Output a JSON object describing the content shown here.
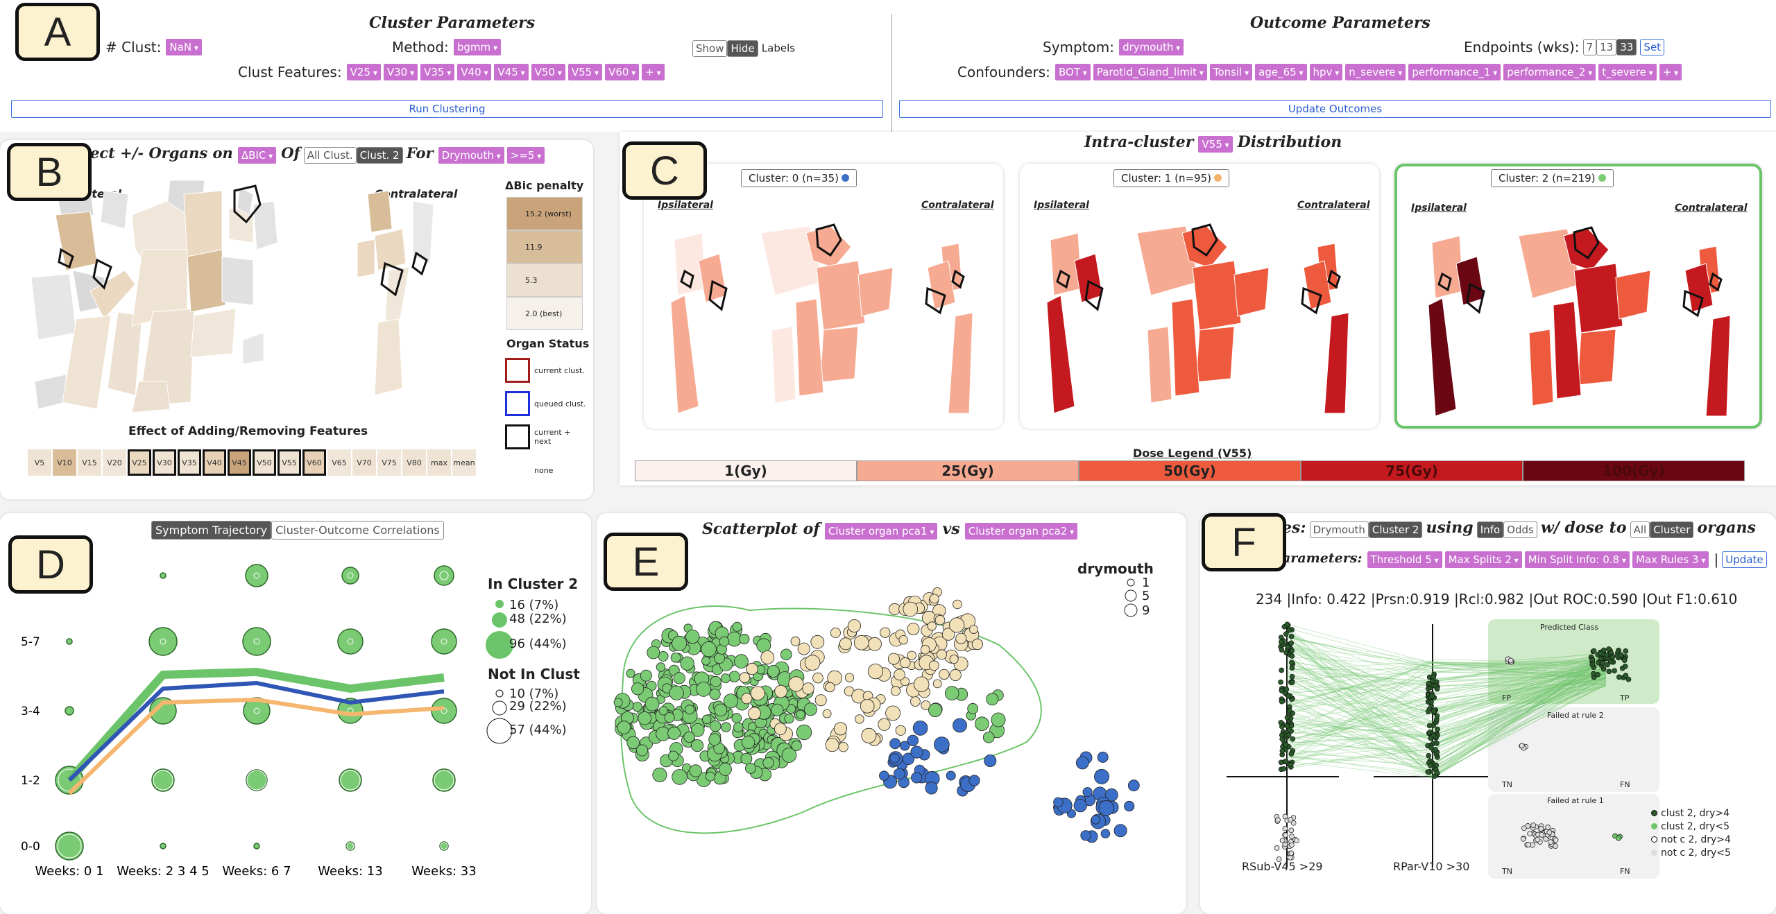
{
  "badges": {
    "a": "A",
    "b": "B",
    "c": "C",
    "d": "D",
    "e": "E",
    "f": "F"
  },
  "cluster_params": {
    "title": "Cluster Parameters",
    "num_clust_label": "# Clust:",
    "num_clust_value": "NaN",
    "method_label": "Method:",
    "method_value": "bgmm",
    "show": "Show",
    "hide": "Hide",
    "labels": "Labels",
    "features_label": "Clust Features:",
    "features": [
      "V25",
      "V30",
      "V35",
      "V40",
      "V45",
      "V50",
      "V55",
      "V60",
      "+"
    ],
    "run_button": "Run Clustering"
  },
  "outcome_params": {
    "title": "Outcome Parameters",
    "symptom_label": "Symptom:",
    "symptom_value": "drymouth",
    "endpoints_label": "Endpoints (wks):",
    "endpoints": [
      "7",
      "13",
      "33"
    ],
    "set": "Set",
    "confounders_label": "Confounders:",
    "confounders": [
      "BOT",
      "Parotid_Gland_limit",
      "Tonsil",
      "age_65",
      "hpv",
      "n_severe",
      "performance_1",
      "performance_2",
      "t_severe",
      "+"
    ],
    "update_button": "Update Outcomes"
  },
  "panel_b": {
    "title_pre": "ect +/- Organs on",
    "metric": "ΔBIC",
    "of": "Of",
    "all_clust": "All Clust.",
    "clust2": "Clust. 2",
    "for": "For",
    "symptom": "Drymouth",
    "threshold": ">=5",
    "ipsi_label": "lateral",
    "contra_label": "Contralateral",
    "legend_title": "ΔBic penalty",
    "legend_items": [
      {
        "label": "15.2 (worst)",
        "color": "#c9a47a"
      },
      {
        "label": "11.9",
        "color": "#d8bd9b"
      },
      {
        "label": "5.3",
        "color": "#ece0d0"
      },
      {
        "label": "2.0 (best)",
        "color": "#f5f0ea"
      }
    ],
    "status_title": "Organ Status",
    "status_items": [
      {
        "label": "current clust.",
        "color": "#a01c1c"
      },
      {
        "label": "queued clust.",
        "color": "#1d2fd6"
      },
      {
        "label": "current + next",
        "color": "#111111"
      },
      {
        "label": "none",
        "color": "#ffffff"
      }
    ],
    "features_title": "Effect of Adding/Removing Features",
    "features": [
      "V5",
      "V10",
      "V15",
      "V20",
      "V25",
      "V30",
      "V35",
      "V40",
      "V45",
      "V50",
      "V55",
      "V60",
      "V65",
      "V70",
      "V75",
      "V80",
      "max",
      "mean"
    ],
    "feature_colors": [
      "#efe3d3",
      "#d9bd99",
      "#efe3d3",
      "#f0e6da",
      "#ead8c0",
      "#efe3d3",
      "#efe3d3",
      "#e6d1b6",
      "#c9a47a",
      "#efe3d3",
      "#efe3d3",
      "#e6d1b6",
      "#f0e6da",
      "#efe3d3",
      "#f0e6da",
      "#efe3d3",
      "#efe3d3",
      "#f0e6da"
    ],
    "feature_selected": [
      false,
      false,
      false,
      false,
      true,
      true,
      true,
      true,
      true,
      true,
      true,
      true,
      false,
      false,
      false,
      false,
      false,
      false
    ]
  },
  "panel_c": {
    "title_pre": "Intra-cluster",
    "feature": "V55",
    "title_post": "Distribution",
    "clusters": [
      {
        "label": "Cluster: 0 (n=35)",
        "color": "#3c6fc8"
      },
      {
        "label": "Cluster: 1 (n=95)",
        "color": "#f4b36b"
      },
      {
        "label": "Cluster: 2 (n=219)",
        "color": "#7acb74"
      }
    ],
    "ipsi": "Ipsilateral",
    "contra": "Contralateral",
    "legend_title": "Dose Legend (V55)",
    "legend": [
      {
        "label": "1(Gy)",
        "color": "#fdf1ee"
      },
      {
        "label": "25(Gy)",
        "color": "#f6aa92"
      },
      {
        "label": "50(Gy)",
        "color": "#ee5a3d"
      },
      {
        "label": "75(Gy)",
        "color": "#c41a1f"
      },
      {
        "label": "100(Gy)",
        "color": "#6b0713"
      }
    ]
  },
  "panel_d": {
    "tab_active": "Symptom Trajectory",
    "tab_other": "Cluster-Outcome Correlations",
    "y_labels": [
      "5-7",
      "3-4",
      "1-2",
      "0-0"
    ],
    "x_labels": [
      "Weeks: 0 1",
      "Weeks: 2 3 4 5",
      "Weeks: 6 7",
      "Weeks: 13",
      "Weeks: 33"
    ],
    "in_title": "In Cluster 2",
    "in_items": [
      "16 (7%)",
      "48 (22%)",
      "96 (44%)"
    ],
    "out_title": "Not In Clust",
    "out_items": [
      "10 (7%)",
      "29 (22%)",
      "57 (44%)"
    ],
    "lines": [
      {
        "name": "cluster 2",
        "color": "#6cc46a",
        "values": [
          1.5,
          4.8,
          4.9,
          4.3,
          4.7
        ]
      },
      {
        "name": "cluster 0",
        "color": "#2f56b5",
        "values": [
          1.5,
          4.3,
          4.5,
          3.8,
          4.2
        ]
      },
      {
        "name": "cluster 1",
        "color": "#f5b66f",
        "values": [
          1.2,
          3.8,
          3.9,
          3.4,
          3.6
        ]
      }
    ]
  },
  "panel_e": {
    "title_pre": "Scatterplot of",
    "x_var": "Cluster organ pca1",
    "vs": "vs",
    "y_var": "Cluster organ pca2",
    "legend_title": "drymouth",
    "legend_items": [
      "1",
      "5",
      "9"
    ]
  },
  "panel_f": {
    "title_pre": "es:",
    "drymouth": "Drymouth",
    "cluster2": "Cluster 2",
    "using": "using",
    "info": "Info",
    "odds": "Odds",
    "with_dose": "w/ dose to",
    "all": "All",
    "cluster": "Cluster",
    "organs": "organs",
    "params_label": "arameters:",
    "params": [
      "Threshold 5",
      "Max Splits 2",
      "Min Split Info: 0.8",
      "Max Rules 3"
    ],
    "update": "Update",
    "stats": "234 |Info: 0.422 |Prsn:0.919 |Rcl:0.982 |Out ROC:0.590 |Out F1:0.610",
    "axis1": "RSub-V45 >29",
    "axis2": "RPar-V10 >30",
    "predicted": "Predicted Class",
    "fp": "FP",
    "tp": "TP",
    "failed2": "Failed at rule 2",
    "tn": "TN",
    "fn": "FN",
    "failed1": "Failed at rule 1",
    "legend": [
      "clust 2, dry>4",
      "clust 2, dry<5",
      "not c 2, dry>4",
      "not c 2, dry<5"
    ]
  }
}
